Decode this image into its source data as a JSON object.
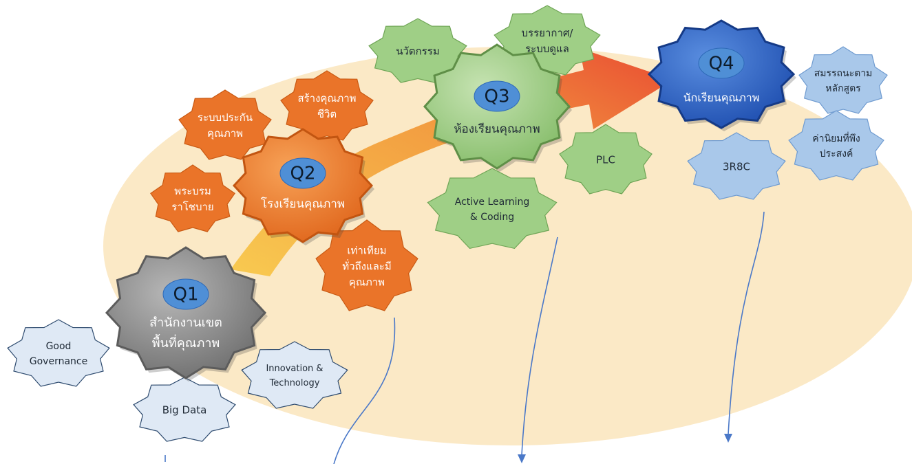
{
  "colors": {
    "background_ellipse": "#fbe9c6",
    "arrow_start": "#f6c34a",
    "arrow_end": "#e9452b",
    "q1": "#8e8e8e",
    "q2": "#ef7a2a",
    "q3": "#9ccc82",
    "q4": "#2f62c4",
    "q_badge": "#4f8fd6",
    "orange_satellite": "#ea7429",
    "green_satellite": "#9fcf86",
    "blue_satellite": "#a9c8ea",
    "pale_satellite": "#dfe9f5",
    "connector_line": "#4a78c8"
  },
  "nodes": {
    "q1": {
      "code": "Q1",
      "title_lines": [
        "สำนักงานเขต",
        "พื้นที่คุณภาพ"
      ]
    },
    "q2": {
      "code": "Q2",
      "title_lines": [
        "โรงเรียนคุณภาพ"
      ]
    },
    "q3": {
      "code": "Q3",
      "title_lines": [
        "ห้องเรียนคุณภาพ"
      ]
    },
    "q4": {
      "code": "Q4",
      "title_lines": [
        "นักเรียนคุณภาพ"
      ]
    }
  },
  "satellites": {
    "good_governance": [
      "Good",
      "Governance"
    ],
    "big_data": [
      "Big Data"
    ],
    "innovation_technology": [
      "Innovation &",
      "Technology"
    ],
    "policy": [
      "พระบรม",
      "ราโชบาย"
    ],
    "quality_assurance": [
      "ระบบประกัน",
      "คุณภาพ"
    ],
    "quality_of_life": [
      "สร้างคุณภาพ",
      "ชีวิต"
    ],
    "equity": [
      "เท่าเทียม",
      "ทั่วถึงและมี",
      "คุณภาพ"
    ],
    "innovation": [
      "นวัตกรรม"
    ],
    "atmosphere_care": [
      "บรรยากาศ/",
      "ระบบดูแล"
    ],
    "plc": [
      "PLC"
    ],
    "active_learning": [
      "Active Learning",
      "& Coding"
    ],
    "curriculum_competency": [
      "สมรรถนะตาม",
      "หลักสูตร"
    ],
    "desired_values": [
      "ค่านิยมที่พึง",
      "ประสงค์"
    ],
    "r8c": [
      "3R8C"
    ]
  }
}
